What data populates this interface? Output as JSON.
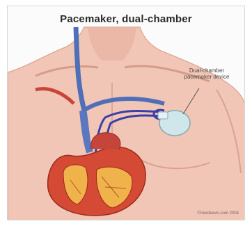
{
  "figure": {
    "title": "Pacemaker, dual-chamber",
    "callout_label": "Dual-chamber pacemaker device",
    "credit": "©nexdeevis.com 2004"
  },
  "colors": {
    "skin": "#f1c6b6",
    "skin_shadow": "#e2a896",
    "vein": "#4f6fb8",
    "lead": "#3b3fa8",
    "heart": "#d44a34",
    "heart_inner": "#f0b24a",
    "device": "#cfe6ea",
    "background": "#fbfbfb"
  }
}
